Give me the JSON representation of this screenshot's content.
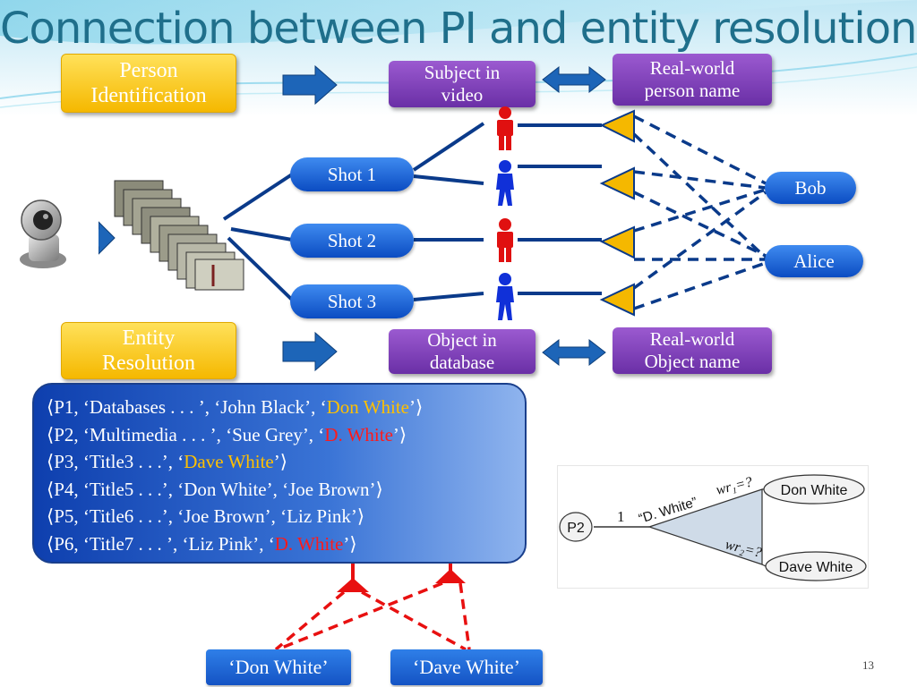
{
  "title": "Connection between PI and entity resolution",
  "top_row": {
    "pi_label": "Person\nIdentification",
    "subject_label": "Subject in\nvideo",
    "realworld_person_label": "Real-world\nperson name"
  },
  "shots": [
    "Shot  1",
    "Shot  2",
    "Shot  3"
  ],
  "names": {
    "bob": "Bob",
    "alice": "Alice"
  },
  "er_row": {
    "er_label": "Entity\nResolution",
    "object_label": "Object in\ndatabase",
    "realworld_object_label": "Real-world\nObject name"
  },
  "records": [
    {
      "p": "⟨P1, ‘Databases . . . ’, ‘John Black’, ‘",
      "hl": "Don White",
      "hl_color": "#ffc000",
      "s": "’⟩"
    },
    {
      "p": "⟨P2, ‘Multimedia . . . ’, ‘Sue Grey’, ‘",
      "hl": "D. White",
      "hl_color": "#ff1a1a",
      "s": "’⟩"
    },
    {
      "p": "⟨P3, ‘Title3 . . .’, ‘",
      "hl": "Dave White",
      "hl_color": "#ffc000",
      "s": "’⟩"
    },
    {
      "p": "⟨P4, ‘Title5 . . .’, ‘Don White’, ‘Joe Brown’⟩",
      "hl": "",
      "hl_color": "#ffffff",
      "s": ""
    },
    {
      "p": "⟨P5, ‘Title6 . . .’, ‘Joe Brown’, ‘Liz Pink’⟩",
      "hl": "",
      "hl_color": "#ffffff",
      "s": ""
    },
    {
      "p": "⟨P6, ‘Title7 . . . ’, ‘Liz Pink’, ‘",
      "hl": "D. White",
      "hl_color": "#ff1a1a",
      "s": "’⟩"
    }
  ],
  "entities": {
    "don": "‘Don White’",
    "dave": "‘Dave White’"
  },
  "inset": {
    "p2": "P2",
    "edge_weight": "1",
    "mention": "“D. White”",
    "w1": "wr₁=?",
    "w2": "wr₂=?",
    "don": "Don White",
    "dave": "Dave White"
  },
  "page_number": "13",
  "colors": {
    "title": "#1f6f8b",
    "arrow_blue": "#1d65b8",
    "person_red": "#e01010",
    "person_blue": "#1030d8",
    "triangle_gold": "#f5b800",
    "link_navy": "#0a3a8a",
    "match_red": "#e81010"
  },
  "icons": [
    "webcam-icon",
    "video-frames-icon",
    "person-icon",
    "triangle-node-icon"
  ]
}
